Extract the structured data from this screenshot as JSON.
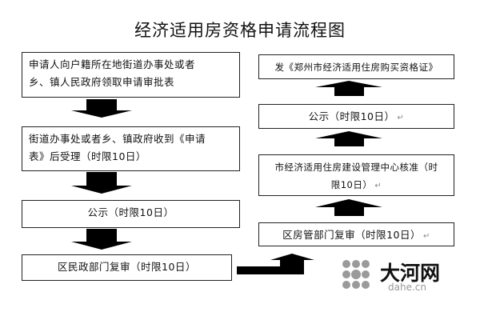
{
  "title": "经济适用房资格申请流程图",
  "left_steps": [
    {
      "line1": "申请人向户籍所在地街道办事处或者",
      "line2": "乡、镇人民政府领取申请审批表"
    },
    {
      "line1": "街道办事处或者乡、镇政府收到《申请",
      "line2": "表》后受理（时限10日）"
    },
    {
      "line1": "公示（时限10日）"
    },
    {
      "line1": "区民政部门复审（时限10日）"
    }
  ],
  "right_steps": [
    {
      "line1": "发《郑州市经济适用住房购买资格证》"
    },
    {
      "line1": "公示（时限10日）"
    },
    {
      "line1": "市经济适用住房建设管理中心核准（时",
      "line2": "限10日）"
    },
    {
      "line1": "区房管部门复审（时限10日）"
    }
  ],
  "return_mark": "↵",
  "logo": {
    "name": "大河网",
    "domain": "dahe.cn"
  }
}
